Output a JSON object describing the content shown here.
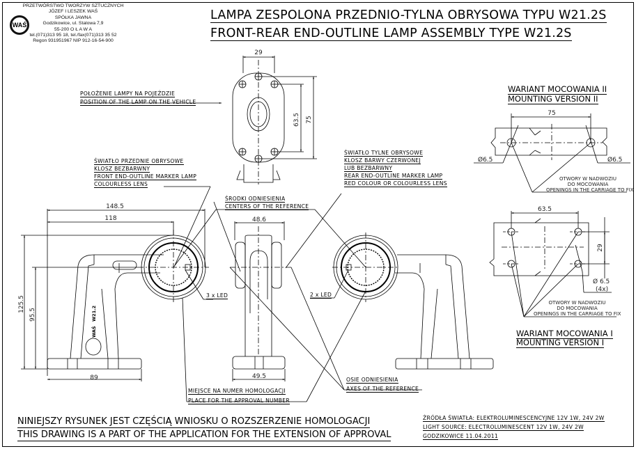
{
  "company": {
    "logo_text": "WAŚ",
    "lines": [
      "PRZETWÓRSTWO TWORZYW SZTUCZNYCH",
      "JÓZEF I LESZEK WAŚ",
      "SPÓŁKA JAWNA",
      "Godzikowice, ul. Stalowa 7,9",
      "55-200  O Ł A W A",
      "tel.(071)313 95 18, tel./fax(071)313 35 52",
      "Regon 931951967 NIP 912-16-54-900"
    ]
  },
  "title": {
    "pl": "LAMPA ZESPOLONA PRZEDNIO-TYLNA OBRYSOWA TYPU W21.2S",
    "en": "FRONT-REAR END-OUTLINE LAMP ASSEMBLY TYPE W21.2S"
  },
  "labels": {
    "position_pl": "POŁOŻENIE LAMPY NA POJEŹDZIE",
    "position_en": "POSITION OF THE LAMP ON THE VEHICLE",
    "front_lamp": [
      "ŚWIATŁO PRZEDNIE OBRYSOWE",
      "KLOSZ BEZBARWNY",
      "FRONT END-OUTLINE MARKER LAMP",
      "COLOURLESS LENS"
    ],
    "rear_lamp": [
      "ŚWIATŁO TYLNE OBRYSOWE",
      "KLOSZ BARWY CZERWONEJ",
      "LUB BEZBARWNY",
      "REAR END-OUTLINE MARKER LAMP",
      "RED COLOUR OR COLOURLESS LENS"
    ],
    "centers_pl": "ŚRODKI ODNIESIENIA",
    "centers_en": "CENTERS OF THE REFERENCE",
    "axes_pl": "OSIE ODNIESIENIA",
    "axes_en": "AXES OF THE REFERENCE",
    "approval_pl": "MIEJSCE NA NUMER HOMOLOGACJI",
    "approval_en": "PLACE FOR THE APPROVAL NUMBER",
    "led_front": "3 x LED",
    "led_rear": "2 x LED",
    "body_mark_1": "WAŚ",
    "body_mark_2": "W21.2"
  },
  "mounting_ii": {
    "title_pl": "WARIANT MOCOWANIA II",
    "title_en": "MOUNTING VERSION II",
    "dim_spacing": "75",
    "hole_left": "Ø6.5",
    "hole_right": "Ø6.5",
    "openings": [
      "OTWORY W NADWOZIU",
      "DO MOCOWANIA",
      "OPENINGS IN THE CARRIAGE TO FIX"
    ]
  },
  "mounting_i": {
    "title_pl": "WARIANT MOCOWANIA I",
    "title_en": "MOUNTING VERSION I",
    "dim_width": "63.5",
    "dim_height": "29",
    "hole": "Ø 6.5",
    "hole_count": "(4x)",
    "openings": [
      "OTWORY W NADWOZIU",
      "DO MOCOWANIA",
      "OPENINGS IN THE CARRIAGE TO FIX"
    ]
  },
  "dimensions": {
    "top_width": "29",
    "top_inner": "63.5",
    "top_outer": "75",
    "side_total": "148.5",
    "side_center": "118",
    "side_height_total": "125.5",
    "side_height_center": "95.5",
    "side_base": "89",
    "front_width": "48.6",
    "front_base": "49.5"
  },
  "footer": {
    "note_pl": "NINIEJSZY RYSUNEK JEST CZĘŚCIĄ WNIOSKU O  ROZSZERZENIE  HOMOLOGACJI",
    "note_en": "THIS DRAWING IS A PART OF THE APPLICATION FOR THE EXTENSION OF APPROVAL",
    "source_pl": "ŹRÓDŁA ŚWIATŁA: ELEKTROLUMINESCENCYJNE  12V  1W, 24V  2W",
    "source_en": "LIGHT SOURCE: ELECTROLUMINESCENT  12V  1W, 24V  2W",
    "place_date": "GODZIKOWICE 11.04.2011"
  }
}
